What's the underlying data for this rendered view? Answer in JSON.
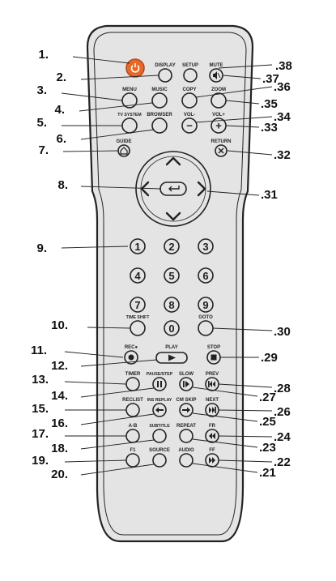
{
  "remote": {
    "body_color": "#e4e4e4",
    "outline_color": "#222222",
    "power_color": "#e8682a",
    "buttons": [
      {
        "key": "power",
        "label": "",
        "glyph": "power",
        "callout": "1."
      },
      {
        "key": "display",
        "label": "DISPLAY",
        "glyph": "",
        "callout": "2."
      },
      {
        "key": "setup",
        "label": "SETUP",
        "glyph": "",
        "callout": ""
      },
      {
        "key": "mute",
        "label": "MUTE",
        "glyph": "mute",
        "callout": ".37"
      },
      {
        "key": "menu",
        "label": "MENU",
        "glyph": "",
        "callout": "3."
      },
      {
        "key": "music",
        "label": "MUSIC",
        "glyph": "",
        "callout": "4."
      },
      {
        "key": "copy",
        "label": "COPY",
        "glyph": "",
        "callout": ".36"
      },
      {
        "key": "zoom",
        "label": "ZOOM",
        "glyph": "",
        "callout": ".35"
      },
      {
        "key": "tv_system",
        "label": "TV SYSTEM",
        "glyph": "",
        "callout": "5."
      },
      {
        "key": "browser",
        "label": "BROWSER",
        "glyph": "",
        "callout": "6."
      },
      {
        "key": "vol_down",
        "label": "VOL-",
        "glyph": "−",
        "callout": ".34"
      },
      {
        "key": "vol_up",
        "label": "VOL+",
        "glyph": "+",
        "callout": ".33"
      },
      {
        "key": "guide",
        "label": "GUIDE",
        "glyph": "home",
        "callout": "7."
      },
      {
        "key": "return",
        "label": "RETURN",
        "glyph": "x",
        "callout": ".32"
      },
      {
        "key": "n1",
        "label": "",
        "glyph": "1",
        "callout": "9."
      },
      {
        "key": "n2",
        "label": "",
        "glyph": "2",
        "callout": ""
      },
      {
        "key": "n3",
        "label": "",
        "glyph": "3",
        "callout": ""
      },
      {
        "key": "n4",
        "label": "",
        "glyph": "4",
        "callout": ""
      },
      {
        "key": "n5",
        "label": "",
        "glyph": "5",
        "callout": ""
      },
      {
        "key": "n6",
        "label": "",
        "glyph": "6",
        "callout": ""
      },
      {
        "key": "n7",
        "label": "",
        "glyph": "7",
        "callout": ""
      },
      {
        "key": "n8",
        "label": "",
        "glyph": "8",
        "callout": ""
      },
      {
        "key": "n9",
        "label": "",
        "glyph": "9",
        "callout": ""
      },
      {
        "key": "time_shift",
        "label": "TIME SHIFT",
        "glyph": "",
        "callout": "10."
      },
      {
        "key": "n0",
        "label": "",
        "glyph": "0",
        "callout": ""
      },
      {
        "key": "goto",
        "label": "GOTO",
        "glyph": "",
        "callout": ".30"
      },
      {
        "key": "rec",
        "label": "REC●",
        "glyph": "dot",
        "callout": "11."
      },
      {
        "key": "play",
        "label": "PLAY",
        "glyph": "play",
        "callout": ""
      },
      {
        "key": "stop",
        "label": "STOP",
        "glyph": "stop",
        "callout": ".29"
      },
      {
        "key": "timer",
        "label": "TIMER",
        "glyph": "",
        "callout": "13."
      },
      {
        "key": "pause_step",
        "label": "PAUSE/STEP",
        "glyph": "pause",
        "callout": "14."
      },
      {
        "key": "slow",
        "label": "SLOW",
        "glyph": "slow",
        "callout": ".27"
      },
      {
        "key": "prev",
        "label": "PREV",
        "glyph": "prev",
        "callout": ".28"
      },
      {
        "key": "reclist",
        "label": "RECLIST",
        "glyph": "",
        "callout": "15."
      },
      {
        "key": "ins_replay",
        "label": "INS REPLAY",
        "glyph": "back",
        "callout": "16."
      },
      {
        "key": "cm_skip",
        "label": "CM SKIP",
        "glyph": "fwd",
        "callout": ".25"
      },
      {
        "key": "next",
        "label": "NEXT",
        "glyph": "next",
        "callout": ".26"
      },
      {
        "key": "ab",
        "label": "A-B",
        "glyph": "",
        "callout": "17."
      },
      {
        "key": "subtitle",
        "label": "SUBTITLE",
        "glyph": "",
        "callout": "18."
      },
      {
        "key": "repeat",
        "label": "REPEAT",
        "glyph": "",
        "callout": ".23"
      },
      {
        "key": "fr",
        "label": "FR",
        "glyph": "fr",
        "callout": ".24"
      },
      {
        "key": "f1",
        "label": "F1",
        "glyph": "",
        "callout": "19."
      },
      {
        "key": "source",
        "label": "SOURCE",
        "glyph": "",
        "callout": "20."
      },
      {
        "key": "audio",
        "label": "AUDIO",
        "glyph": "",
        "callout": ".21"
      },
      {
        "key": "ff",
        "label": "FF",
        "glyph": "ff",
        "callout": ".22"
      }
    ],
    "dpad": {
      "callout_enter": "8.",
      "callout_right": ".31",
      "callout_play": "12."
    },
    "extra_callout": ".38"
  }
}
